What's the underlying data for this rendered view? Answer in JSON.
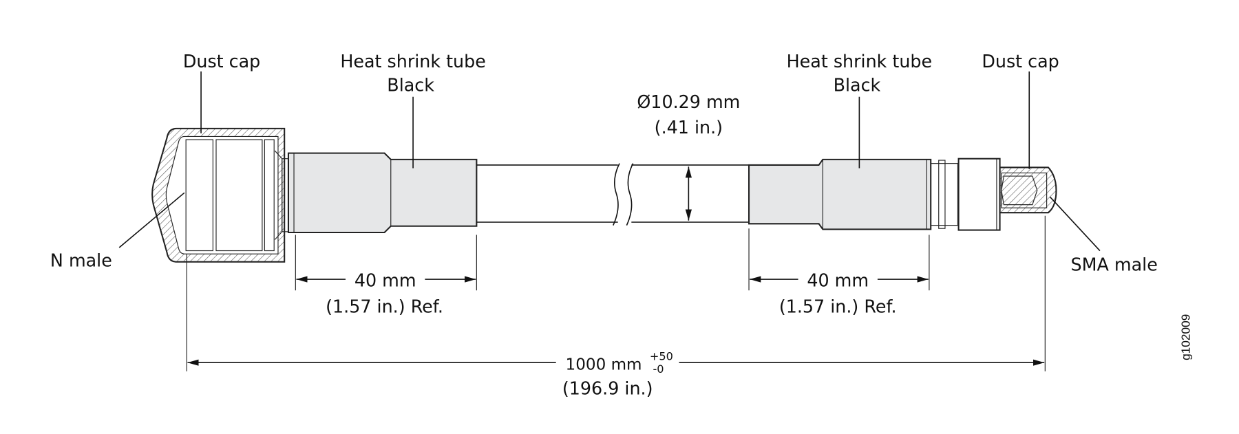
{
  "labels": {
    "dust_cap_left": "Dust cap",
    "heat_shrink_left_1": "Heat shrink tube",
    "heat_shrink_left_2": "Black",
    "diameter_1": "Ø10.29 mm",
    "diameter_2": "(.41 in.)",
    "heat_shrink_right_1": "Heat shrink tube",
    "heat_shrink_right_2": "Black",
    "dust_cap_right": "Dust cap",
    "n_male": "N male",
    "sma_male": "SMA male"
  },
  "dimensions": {
    "left_sleeve_mm": "40 mm",
    "left_sleeve_in": "(1.57 in.) Ref.",
    "right_sleeve_mm": "40 mm",
    "right_sleeve_in": "(1.57 in.) Ref.",
    "overall_mm": "1000 mm",
    "overall_tol_plus": "+50",
    "overall_tol_minus": "-0",
    "overall_in": "(196.9 in.)"
  },
  "figure_id": "g102009",
  "colors": {
    "sleeve": "#e6e7e8",
    "line": "#111111"
  }
}
